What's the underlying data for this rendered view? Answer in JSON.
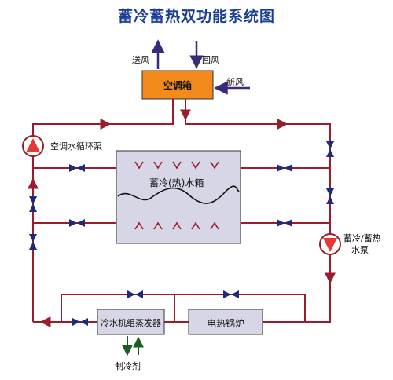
{
  "title": "蓄冷蓄热双功能系统图",
  "labels": {
    "supply_air": "送风",
    "return_air": "回风",
    "fresh_air": "新风",
    "ahu": "空调箱",
    "ac_pump": "空调水循环泵",
    "storage_tank": "蓄冷(热)水箱",
    "storage_pump_line1": "蓄冷/蓄热",
    "storage_pump_line2": "水泵",
    "chiller": "冷水机组蒸发器",
    "boiler": "电热锅炉",
    "refrigerant": "制冷剂"
  },
  "colors": {
    "pipe": "#9b1c2c",
    "air_arrow": "#3a2a7a",
    "ahu_fill": "#f28a1c",
    "tank_fill": "#d6d6e6",
    "equip_fill": "#d6d6e6",
    "valve": "#1f2a78",
    "pump": "#e53935",
    "refrigerant_arrow": "#1b5e20",
    "title": "#1c3f95"
  },
  "icons": [
    "pump-icon",
    "valve-icon",
    "diffuser-icon",
    "flow-arrow-icon"
  ]
}
